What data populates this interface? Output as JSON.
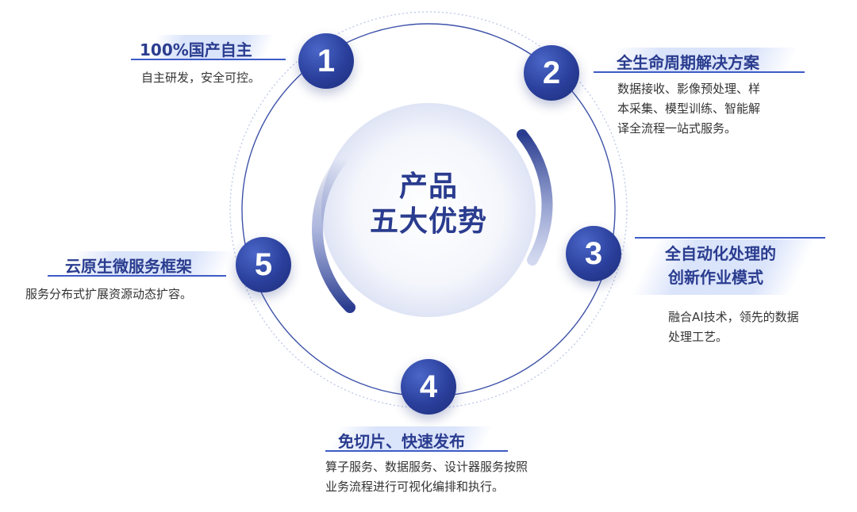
{
  "center": {
    "line1": "产品",
    "line2": "五大优势"
  },
  "advantages": [
    {
      "num": "1",
      "title": "100%国产自主",
      "desc": [
        "自主研发，安全可控。"
      ]
    },
    {
      "num": "2",
      "title": "全生命周期解决方案",
      "desc": [
        "数据接收、影像预处理、样",
        "本采集、模型训练、智能解",
        "译全流程一站式服务。"
      ]
    },
    {
      "num": "3",
      "title": [
        "全自动化处理的",
        "创新作业模式"
      ],
      "desc": [
        "融合AI技术，领先的数据",
        "处理工艺。"
      ]
    },
    {
      "num": "4",
      "title": "免切片、快速发布",
      "desc": [
        "算子服务、数据服务、设计器服务按照",
        "业务流程进行可视化编排和执行。"
      ]
    },
    {
      "num": "5",
      "title": "云原生微服务框架",
      "desc": [
        "服务分布式扩展资源动态扩容。"
      ]
    }
  ],
  "colors": {
    "primary": "#2a3c8f",
    "accent": "#3e5bc6",
    "ring": "#3d52a8"
  }
}
